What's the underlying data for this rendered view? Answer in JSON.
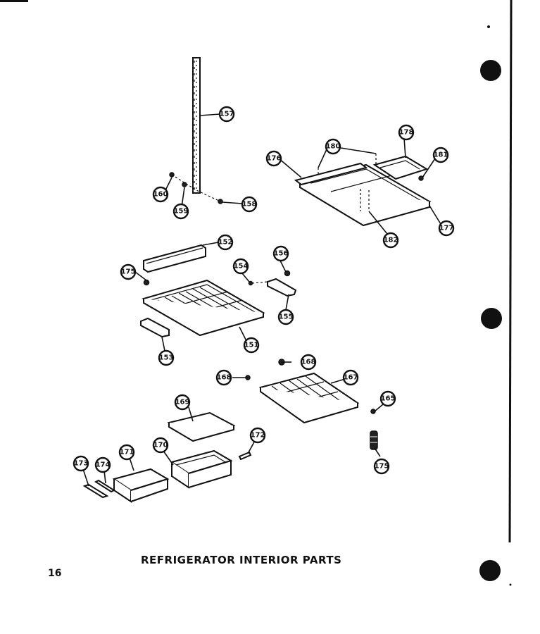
{
  "caption": "REFRIGERATOR INTERIOR PARTS",
  "page_number": "16",
  "callouts": [
    "157",
    "160",
    "159",
    "158",
    "176",
    "180",
    "178",
    "181",
    "177",
    "182",
    "152",
    "156",
    "175",
    "154",
    "155",
    "151",
    "153",
    "168",
    "168",
    "167",
    "169",
    "172",
    "170",
    "171",
    "173",
    "174",
    "165",
    "175"
  ]
}
